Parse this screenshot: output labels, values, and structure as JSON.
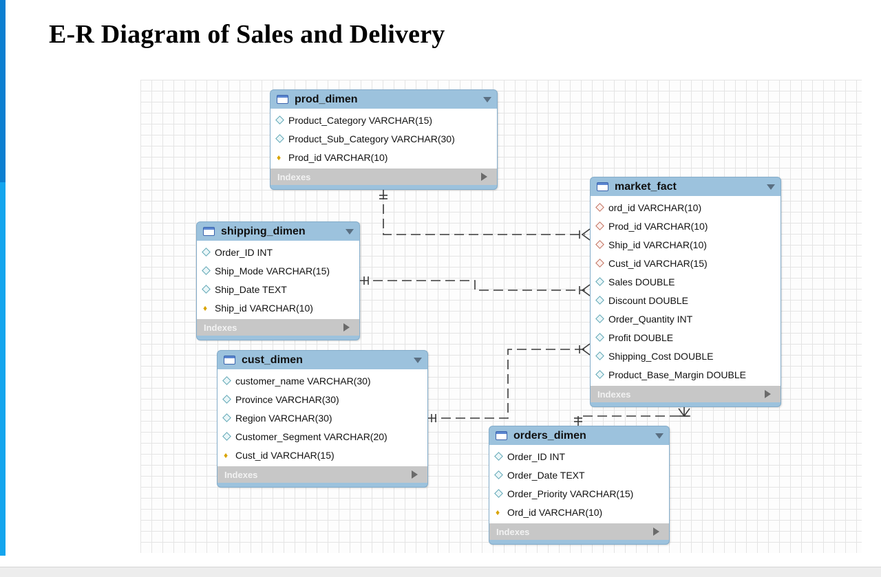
{
  "page": {
    "title": "E-R Diagram of Sales and Delivery"
  },
  "icons": {
    "table": "table-icon",
    "attribute": "diamond-icon",
    "foreign_key": "fk-diamond-icon",
    "primary_key": "key-icon"
  },
  "colors": {
    "header": "#9cc2dd",
    "footer": "#c7c7c7",
    "accent": "#0b7fd1",
    "line": "#3a3a3a"
  },
  "entities": {
    "prod_dimen": {
      "name": "prod_dimen",
      "attributes": [
        "Product_Category VARCHAR(15)",
        "Product_Sub_Category VARCHAR(30)",
        "Prod_id VARCHAR(10)"
      ],
      "footer": "Indexes"
    },
    "market_fact": {
      "name": "market_fact",
      "attributes": [
        "ord_id VARCHAR(10)",
        "Prod_id VARCHAR(10)",
        "Ship_id VARCHAR(10)",
        "Cust_id VARCHAR(15)",
        "Sales DOUBLE",
        "Discount DOUBLE",
        "Order_Quantity INT",
        "Profit DOUBLE",
        "Shipping_Cost DOUBLE",
        "Product_Base_Margin DOUBLE"
      ],
      "footer": "Indexes"
    },
    "shipping_dimen": {
      "name": "shipping_dimen",
      "attributes": [
        "Order_ID INT",
        "Ship_Mode VARCHAR(15)",
        "Ship_Date TEXT",
        "Ship_id VARCHAR(10)"
      ],
      "footer": "Indexes"
    },
    "cust_dimen": {
      "name": "cust_dimen",
      "attributes": [
        "customer_name VARCHAR(30)",
        "Province VARCHAR(30)",
        "Region VARCHAR(30)",
        "Customer_Segment VARCHAR(20)",
        "Cust_id VARCHAR(15)"
      ],
      "footer": "Indexes"
    },
    "orders_dimen": {
      "name": "orders_dimen",
      "attributes": [
        "Order_ID INT",
        "Order_Date TEXT",
        "Order_Priority VARCHAR(15)",
        "Ord_id VARCHAR(10)"
      ],
      "footer": "Indexes"
    }
  }
}
